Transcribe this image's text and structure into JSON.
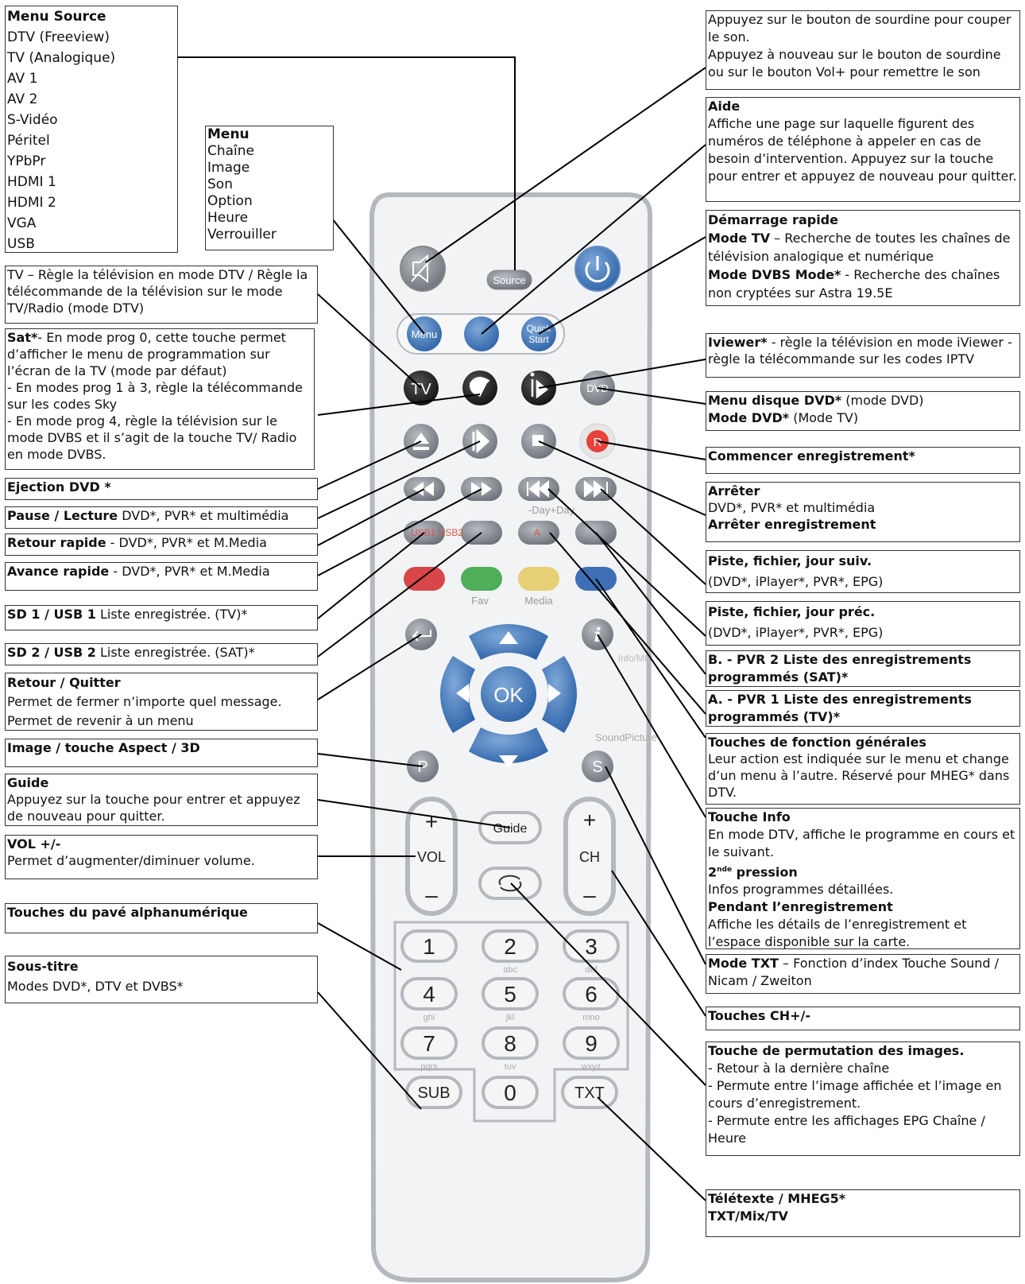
{
  "menu_source": {
    "title": "Menu Source",
    "items": [
      "DTV (Freeview)",
      "TV (Analogique)",
      "AV 1",
      "AV 2",
      "S-Vidéo",
      "Péritel",
      "YPbPr",
      "HDMI 1",
      "HDMI 2",
      "VGA",
      "USB"
    ]
  },
  "menu": {
    "title": "Menu",
    "items": [
      "Chaîne",
      "Image",
      "Son",
      "Option",
      "Heure",
      "Verrouiller"
    ]
  },
  "left": {
    "tv": "TV – Règle la télévision en mode DTV / Règle la télécommande de la télévision sur le mode TV/Radio (mode DTV)",
    "sat_title": "Sat*",
    "sat_text": "- En mode prog 0, cette touche permet d’afficher le menu de programmation sur l’écran de la TV (mode par défaut)",
    "sat_l2": "- En modes prog 1 à 3, règle la télécommande sur les codes Sky",
    "sat_l3": "- En mode prog 4, règle la télévision sur le mode DVBS et il s’agit de la touche TV/ Radio en mode DVBS.",
    "eject": "Ejection DVD *",
    "pause_title": "Pause / Lecture",
    "pause_text": " DVD*, PVR* et multimédia",
    "rewind_title": "Retour rapide",
    "rewind_text": " - DVD*, PVR* et M.Media",
    "ffwd_title": "Avance rapide",
    "ffwd_text": " - DVD*, PVR* et M.Media",
    "sd1_title": "SD 1 / USB 1",
    "sd1_text": " Liste enregistrée. (TV)*",
    "sd2_title": "SD 2 / USB 2",
    "sd2_text": " Liste enregistrée. (SAT)*",
    "back_title": "Retour / Quitter",
    "back_l1": "Permet de fermer n’importe quel message.",
    "back_l2": "Permet de revenir à un menu",
    "image": "Image / touche Aspect / 3D",
    "guide_title": "Guide",
    "guide_text": "Appuyez sur la touche pour entrer et appuyez de nouveau pour quitter.",
    "vol_title": "VOL +/-",
    "vol_text": "Permet d’augmenter/diminuer volume.",
    "alpha": "Touches du pavé alphanumérique",
    "sub_title": "Sous-titre",
    "sub_text": "Modes DVD*, DTV et DVBS*"
  },
  "right": {
    "mute_l1": "Appuyez sur le bouton de sourdine pour couper le son.",
    "mute_l2": "Appuyez à nouveau sur le bouton de sourdine ou sur le bouton Vol+ pour remettre le son",
    "aide_title": "Aide",
    "aide_text": "Affiche une page sur laquelle figurent des numéros de téléphone à appeler en cas de besoin d’intervention. Appuyez sur la touche pour entrer et appuyez de nouveau pour quitter.",
    "quick_title": "Démarrage rapide",
    "quick_tv_b": "Mode TV",
    "quick_tv": " – Recherche de toutes les chaînes de télévision analogique et numérique",
    "quick_dvbs_b": "Mode DVBS Mode*",
    "quick_dvbs": " - Recherche des chaînes non cryptées sur Astra 19.5E",
    "iviewer_b": "Iviewer*",
    "iviewer": " - règle la télévision en mode iViewer - règle la télécommande sur les codes IPTV",
    "dvd_l1_b": "Menu disque DVD*",
    "dvd_l1": " (mode DVD)",
    "dvd_l2_b": "Mode DVD*",
    "dvd_l2": " (Mode TV)",
    "rec": "Commencer enregistrement*",
    "stop_title": "Arrêter",
    "stop_l1": "DVD*, PVR* et multimédia",
    "stop_l2": "Arrêter enregistrement",
    "next_title": "Piste, fichier, jour suiv.",
    "next_text": "(DVD*, iPlayer*, PVR*, EPG)",
    "prev_title": "Piste, fichier, jour préc.",
    "prev_text": "(DVD*, iPlayer*, PVR*, EPG)",
    "pvr2": "B. - PVR 2 Liste des enregistrements programmés (SAT)*",
    "pvr1": "A. - PVR 1 Liste des enregistrements programmés (TV)*",
    "func_title": "Touches de fonction générales",
    "func_text": "Leur action est indiquée sur le menu et change d’un menu à l’autre. Réservé pour MHEG* dans DTV.",
    "info_title": "Touche Info",
    "info_l1": "En mode DTV, affiche le programme en cours et le suivant.",
    "info_2_num": "2",
    "info_2_sup": "nde",
    "info_2_txt": " pression",
    "info_l2": "Infos programmes détaillées.",
    "info_rec_title": "Pendant l’enregistrement",
    "info_l3": "Affiche les détails de l’enregistrement et l’espace disponible sur la carte.",
    "txt_b": "Mode TXT",
    "txt": " – Fonction d’index Touche Sound / Nicam / Zweiton",
    "ch": "Touches CH+/-",
    "swap_title": "Touche de permutation des images.",
    "swap_l1": "- Retour à la dernière chaîne",
    "swap_l2": "- Permute entre l’image affichée et l’image en cours d’enregistrement.",
    "swap_l3": "- Permute entre les affichages EPG Chaîne / Heure",
    "teletext_title": "Télétexte / MHEG5*",
    "teletext_text": "TXT/Mix/TV"
  },
  "remote": {
    "source": "Source",
    "menu": "Menu",
    "quick_l1": "Quick",
    "quick_l2": "Start",
    "tv": "TV",
    "dvd": "DVD",
    "rec": "R",
    "day": "-Day+Day",
    "usb": "USB1 USB2",
    "a": "A",
    "fav": "Fav",
    "media": "Media",
    "info_small": "Info/MIX",
    "ok": "OK",
    "soundpicture": "SoundPicture",
    "p": "P",
    "s": "S",
    "vol": "VOL",
    "ch": "CH",
    "plus": "+",
    "minus": "–",
    "guide": "Guide",
    "keys": [
      "1",
      "2",
      "3",
      "4",
      "5",
      "6",
      "7",
      "8",
      "9",
      "0"
    ],
    "subs": [
      "abc",
      "def",
      "ghi",
      "jkl",
      "mno",
      "pqrs",
      "tuv",
      "wxyz"
    ],
    "sub": "SUB",
    "txt": "TXT"
  }
}
